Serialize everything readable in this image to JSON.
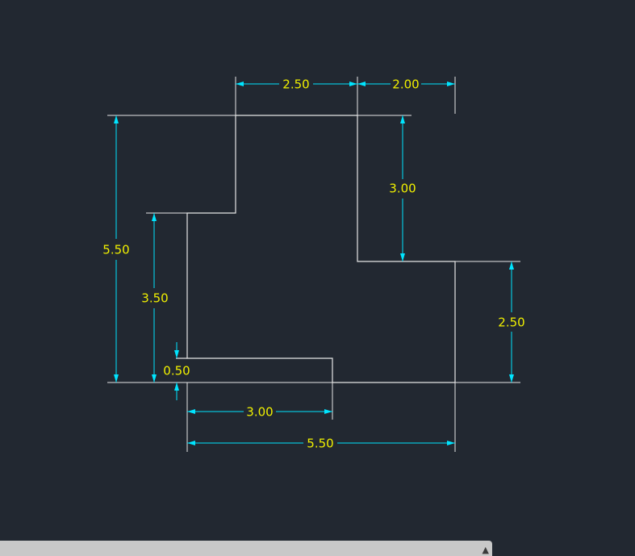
{
  "drawing": {
    "dimensions": {
      "top_left": "2.50",
      "top_right": "2.00",
      "right_upper": "3.00",
      "right_lower": "2.50",
      "left_outer": "5.50",
      "left_inner": "3.50",
      "small_step": "0.50",
      "bottom_inner": "3.00",
      "bottom_outer": "5.50"
    }
  },
  "colors": {
    "background": "#222831",
    "geometry": "#e6e6e6",
    "dimension_lines": "#00e5ff",
    "dimension_text": "#f0f000",
    "bottom_bar": "#c8c8c8"
  },
  "bottom_bar": {
    "handle_icon": "caret-up-icon"
  }
}
